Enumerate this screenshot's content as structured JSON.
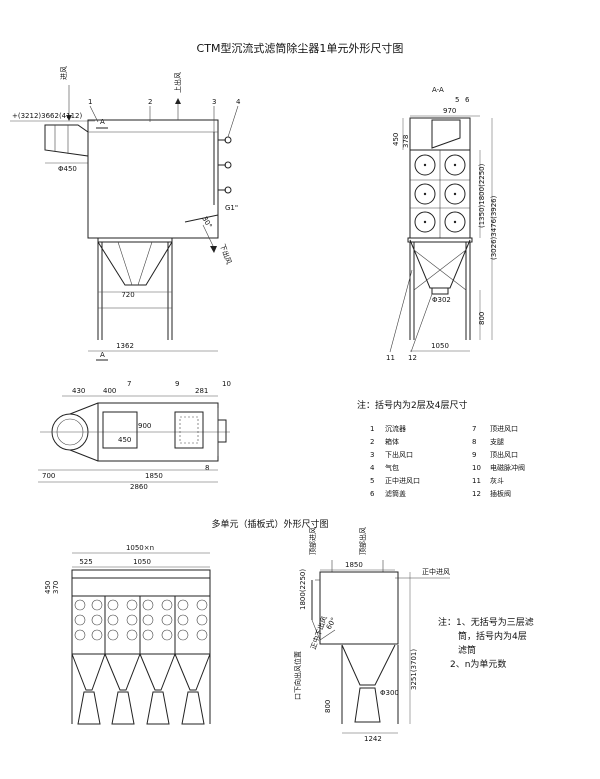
{
  "title": "CTM型沉流式滤筒除尘器1单元外形尺寸图",
  "subtitle": "多单元（插板式）外形尺寸图",
  "note_main": "注：括号内为2层及4层尺寸",
  "legend": [
    {
      "no": "1",
      "name": "沉流器"
    },
    {
      "no": "2",
      "name": "箱体"
    },
    {
      "no": "3",
      "name": "下出风口"
    },
    {
      "no": "4",
      "name": "气包"
    },
    {
      "no": "5",
      "name": "正中进风口"
    },
    {
      "no": "6",
      "name": "滤筒盖"
    },
    {
      "no": "7",
      "name": "顶进风口"
    },
    {
      "no": "8",
      "name": "支腿"
    },
    {
      "no": "9",
      "name": "顶出风口"
    },
    {
      "no": "10",
      "name": "电磁脉冲阀"
    },
    {
      "no": "11",
      "name": "灰斗"
    },
    {
      "no": "12",
      "name": "插板阀"
    }
  ],
  "notes_bottom": {
    "n1a": "注：1、无括号为三层滤",
    "n1b": "筒，括号内为4层",
    "n1c": "滤筒",
    "n2": "2、n为单元数"
  },
  "front_view": {
    "top_dim": "+(3212)3662(4112)",
    "inlet": "进风",
    "outlet_top": "上出风",
    "outlet_down": "下出风",
    "phi450": "Φ450",
    "g1": "G1\"",
    "d720": "720",
    "d1362": "1362",
    "sec_a": "A",
    "angle30": "30°",
    "labels": [
      "1",
      "2",
      "3",
      "4"
    ]
  },
  "side_view": {
    "aa": "A-A",
    "d970": "970",
    "d450": "450",
    "d378": "378",
    "d1350": "(1350)1800(2250)",
    "d3026": "(3026)3476(3926)",
    "phi302": "Φ302",
    "d800": "800",
    "d1050": "1050",
    "labels": [
      "5",
      "6",
      "11",
      "12"
    ]
  },
  "top_view": {
    "d430": "430",
    "d400": "400",
    "d281": "281",
    "d450": "450",
    "d900": "900",
    "d700": "700",
    "d1850": "1850",
    "d2860": "2860",
    "labels": [
      "7",
      "8",
      "9",
      "10"
    ]
  },
  "multi_front": {
    "d1050n": "1050×n",
    "d525": "525",
    "d1050": "1050",
    "d450": "450",
    "d370": "370"
  },
  "multi_side": {
    "top_in": "顶部进风",
    "top_out": "顶部出风",
    "d1850": "1850",
    "side_in": "正中进风",
    "d1800": "1800(2250)",
    "d3251": "3251(3701)",
    "d800": "800",
    "d1242": "1242",
    "phi300": "Φ300",
    "angle60": "60°",
    "low_out": "正中下出风",
    "low_pos": "口下向出风位置"
  }
}
